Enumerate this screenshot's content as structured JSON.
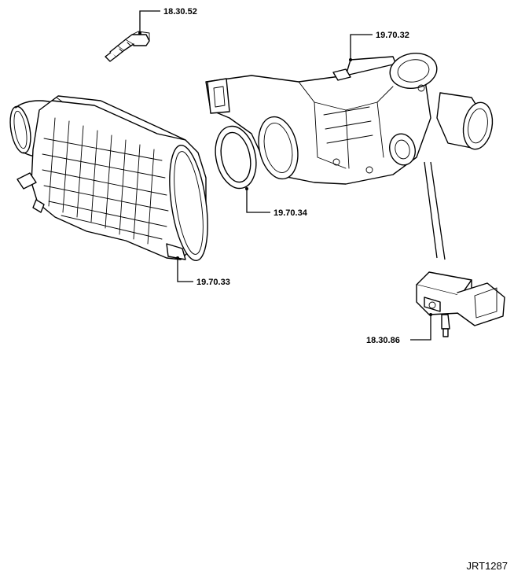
{
  "callouts": {
    "c1": "18.30.52",
    "c2": "19.70.32",
    "c3": "19.70.34",
    "c4": "19.70.33",
    "c5": "18.30.86"
  },
  "figure_ref": "JRT1287"
}
